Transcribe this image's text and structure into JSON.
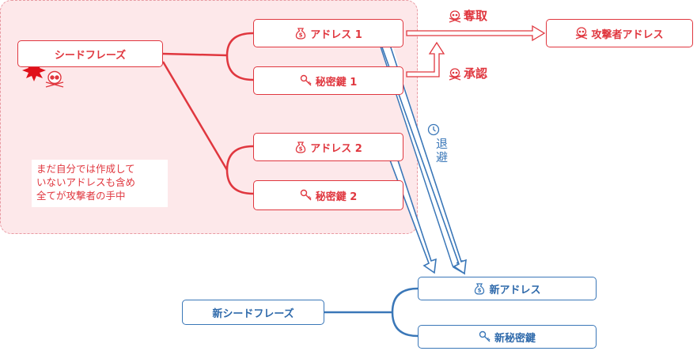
{
  "colors": {
    "attack": "#e0373f",
    "safe": "#3a77b8",
    "zone": "#fde8ea"
  },
  "compromised": {
    "seed": "シードフレーズ",
    "address1": "アドレス 1",
    "key1": "秘密鍵 1",
    "address2": "アドレス 2",
    "key2": "秘密鍵 2",
    "note": [
      "まだ自分では作成して",
      "いないアドレスも含め",
      "全てが攻撃者の手中"
    ]
  },
  "attacker": {
    "address": "攻撃者アドレス",
    "steal_label": "奪取",
    "approve_label": "承認"
  },
  "escape_label": "退避",
  "fresh": {
    "seed": "新シードフレーズ",
    "address": "新アドレス",
    "key": "新秘密鍵"
  },
  "icons": [
    "money-bag-icon",
    "key-icon",
    "skull-icon",
    "explosion-icon",
    "clock-icon"
  ]
}
